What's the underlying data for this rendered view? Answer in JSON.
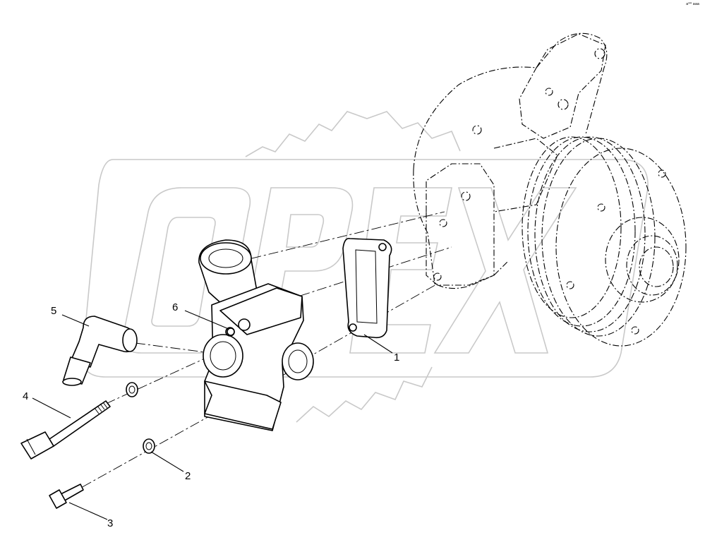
{
  "watermark": {
    "text": "OPEX",
    "color": "#c9c9c9"
  },
  "corner_label": "a** aaa",
  "callouts": [
    {
      "id": "1",
      "text": "1"
    },
    {
      "id": "2",
      "text": "2"
    },
    {
      "id": "3",
      "text": "3"
    },
    {
      "id": "4",
      "text": "4"
    },
    {
      "id": "5",
      "text": "5"
    },
    {
      "id": "6",
      "text": "6"
    }
  ],
  "colors": {
    "line": "#000000",
    "background": "#ffffff",
    "watermark": "#c9c9c9"
  }
}
